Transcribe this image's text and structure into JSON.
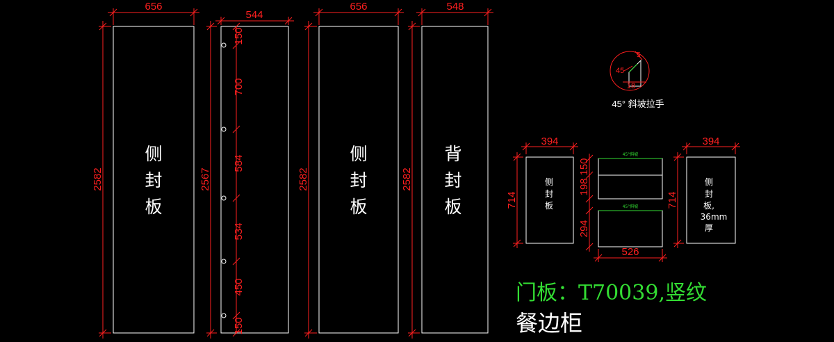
{
  "panels": {
    "side_left": {
      "width": "656",
      "height": "2582",
      "label": [
        "侧",
        "封",
        "板"
      ]
    },
    "side_holes": {
      "width": "544",
      "height": "2567",
      "segments": [
        "150",
        "700",
        "584",
        "534",
        "450",
        "150"
      ]
    },
    "side_right": {
      "width": "656",
      "height": "2582",
      "label": [
        "侧",
        "封",
        "板"
      ]
    },
    "back": {
      "width": "548",
      "height": "2582",
      "label": [
        "背",
        "封",
        "板"
      ]
    }
  },
  "handle_detail": {
    "angle_label": "45",
    "depth_label": "18",
    "top_label": "5",
    "caption": "45° 斜坡拉手"
  },
  "cabinet": {
    "left_side": {
      "width": "394",
      "height": "714",
      "label": [
        "侧",
        "封",
        "板"
      ]
    },
    "doors": {
      "width": "526",
      "heights": [
        "150",
        "198",
        "294"
      ],
      "bevel_note_top": "45°斜坡",
      "bevel_note_bottom": "45°斜坡"
    },
    "right_side": {
      "width": "394",
      "height": "714",
      "label": [
        "侧",
        "封",
        "板,",
        "36mm",
        "厚"
      ]
    }
  },
  "captions": {
    "door_spec": "门板：T70039,竖纹",
    "product_name": "餐边柜"
  },
  "colors": {
    "background": "#000000",
    "outline": "#ffffff",
    "dimension": "#ff1f1f",
    "note": "#33dd33"
  }
}
